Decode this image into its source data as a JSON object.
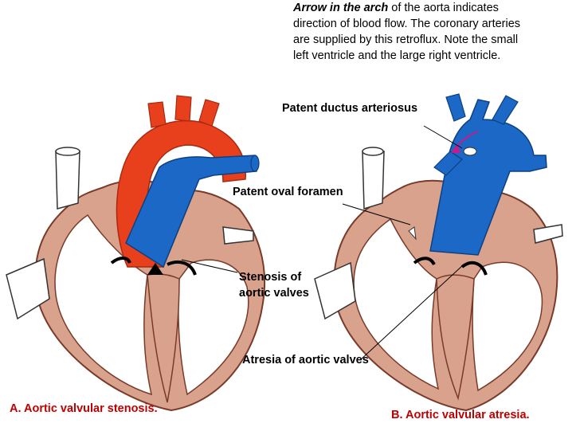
{
  "note": {
    "lead": "Arrow in the arch",
    "line1_rest": " of the aorta indicates",
    "line2": "direction of blood flow. The coronary arteries",
    "line3": "are supplied by this retroflux. Note the small",
    "line4": "left ventricle and the large right ventricle."
  },
  "labels": {
    "pda": "Patent ductus arteriosus",
    "pfo": "Patent oval foramen",
    "stenosis_1": "Stenosis of",
    "stenosis_2": "aortic valves",
    "atresia": "Atresia of aortic valves"
  },
  "captions": {
    "a": "A. Aortic valvular stenosis.",
    "b": "B. Aortic valvular atresia."
  },
  "colors": {
    "tissue": "#d9a28d",
    "tissue_outline": "#7a3a2a",
    "aorta_red": "#e8401c",
    "vessel_blue": "#1b68c7",
    "caption_red": "#c00000",
    "arrow_magenta": "#c81a8a"
  }
}
